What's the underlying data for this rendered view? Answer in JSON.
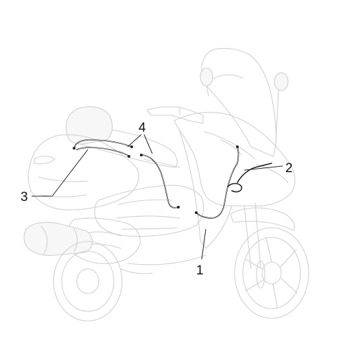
{
  "callouts": [
    {
      "id": "1",
      "label": "1"
    },
    {
      "id": "2",
      "label": "2"
    },
    {
      "id": "3",
      "label": "3"
    },
    {
      "id": "4",
      "label": "4"
    }
  ],
  "colors": {
    "outline": "#cfcfcf",
    "cable": "#222222",
    "background": "#ffffff"
  }
}
